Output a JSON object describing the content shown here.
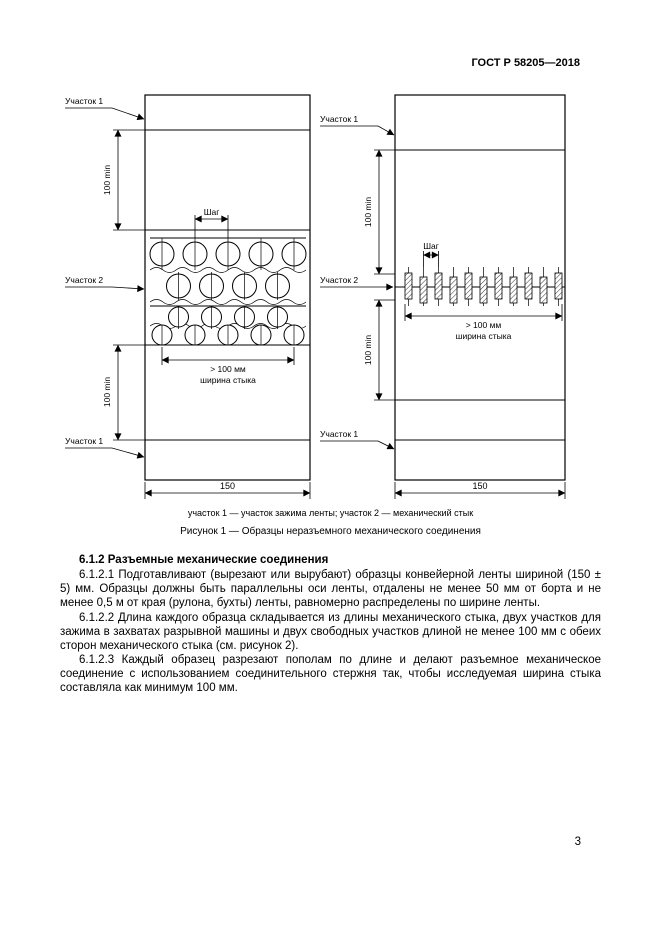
{
  "header": {
    "doc_code": "ГОСТ Р 58205—2018"
  },
  "figure": {
    "labels": {
      "section1": "Участок 1",
      "section2": "Участок 2",
      "step": "Шаг",
      "min100": "100 min",
      "width_line1": "> 100 мм",
      "width_line2": "ширина стыка",
      "width150": "150"
    },
    "caption_legend": "участок 1 — участок зажима ленты; участок 2 — механический стык",
    "caption_title": "Рисунок 1 — Образцы неразъемного механического соединения"
  },
  "body": {
    "heading": "6.1.2 Разъемные механические соединения",
    "paragraphs": [
      "6.1.2.1 Подготавливают (вырезают или вырубают) образцы конвейерной ленты шириной (150 ± 5) мм. Образцы должны быть параллельны оси ленты, отдалены не менее 50 мм от борта и не менее 0,5 м от края (рулона, бухты) ленты, равномерно распределены по ширине ленты.",
      "6.1.2.2 Длина каждого образца складывается из длины механического стыка, двух участков для зажима в захватах разрывной машины и двух свободных участков длиной не менее 100 мм с обеих сторон механического стыка (см. рисунок 2).",
      "6.1.2.3 Каждый образец разрезают пополам по длине и делают разъемное механическое соединение с использованием соединительного стержня так, чтобы исследуемая ширина стыка составляла как минимум 100 мм."
    ]
  },
  "footer": {
    "page_number": "3"
  }
}
